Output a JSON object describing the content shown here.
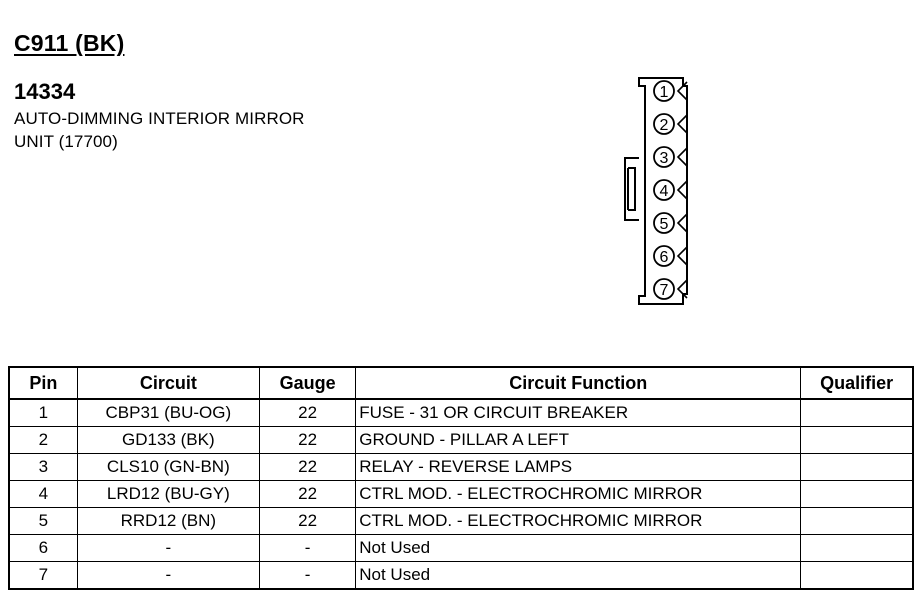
{
  "header": {
    "connector_id": "C911 (BK)",
    "part_number": "14334",
    "description_line1": "AUTO-DIMMING INTERIOR MIRROR",
    "description_line2": "UNIT (17700)"
  },
  "connector_pins": [
    "1",
    "2",
    "3",
    "4",
    "5",
    "6",
    "7"
  ],
  "table": {
    "headers": {
      "pin": "Pin",
      "circuit": "Circuit",
      "gauge": "Gauge",
      "function": "Circuit Function",
      "qualifier": "Qualifier"
    },
    "rows": [
      {
        "pin": "1",
        "circuit": "CBP31 (BU-OG)",
        "gauge": "22",
        "function": "FUSE - 31 OR CIRCUIT BREAKER",
        "qualifier": ""
      },
      {
        "pin": "2",
        "circuit": "GD133 (BK)",
        "gauge": "22",
        "function": "GROUND - PILLAR A LEFT",
        "qualifier": ""
      },
      {
        "pin": "3",
        "circuit": "CLS10 (GN-BN)",
        "gauge": "22",
        "function": "RELAY - REVERSE LAMPS",
        "qualifier": ""
      },
      {
        "pin": "4",
        "circuit": "LRD12 (BU-GY)",
        "gauge": "22",
        "function": "CTRL MOD. - ELECTROCHROMIC MIRROR",
        "qualifier": ""
      },
      {
        "pin": "5",
        "circuit": "RRD12 (BN)",
        "gauge": "22",
        "function": "CTRL MOD. - ELECTROCHROMIC MIRROR",
        "qualifier": ""
      },
      {
        "pin": "6",
        "circuit": "-",
        "gauge": "-",
        "function": "Not Used",
        "qualifier": ""
      },
      {
        "pin": "7",
        "circuit": "-",
        "gauge": "-",
        "function": "Not Used",
        "qualifier": ""
      }
    ]
  }
}
